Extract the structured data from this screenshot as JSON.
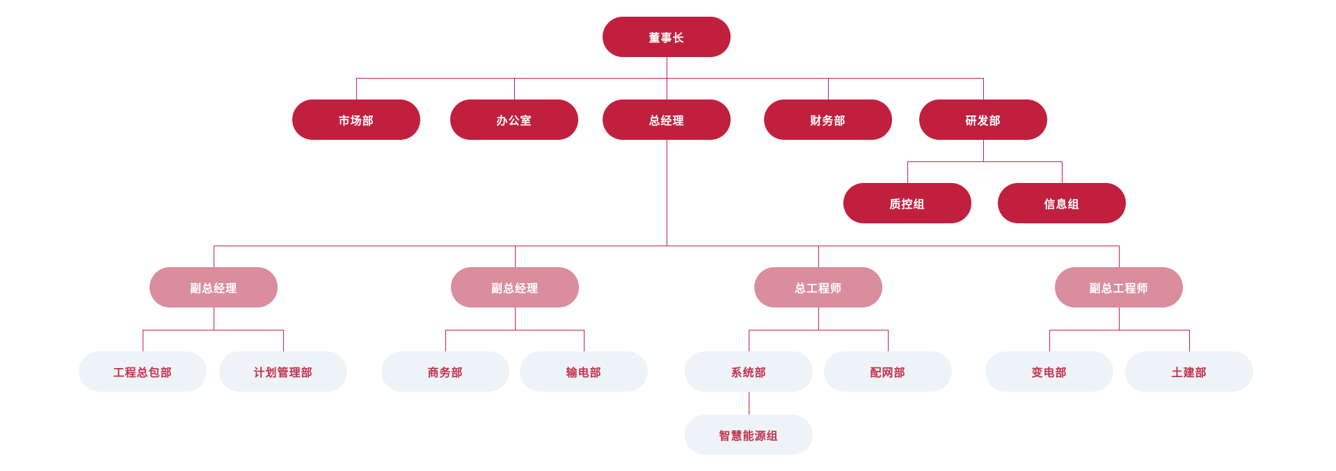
{
  "page": {
    "background": "#ffffff"
  },
  "theme": {
    "primary_color": "#c0203e",
    "secondary_color": "#d98d9d",
    "leaf_bg": "#eef3f8",
    "leaf_text": "#c2314c",
    "node_text_color": "#ffffff",
    "line_color": "#c0203e"
  },
  "org_chart": {
    "type": "org-tree",
    "title": "",
    "nodes": [
      {
        "id": "chairman",
        "label": "董事长",
        "variant": "primary",
        "parent": null
      },
      {
        "id": "marketing",
        "label": "市场部",
        "variant": "primary",
        "parent": "chairman"
      },
      {
        "id": "office",
        "label": "办公室",
        "variant": "primary",
        "parent": "chairman"
      },
      {
        "id": "general-manager",
        "label": "总经理",
        "variant": "primary",
        "parent": "chairman"
      },
      {
        "id": "finance",
        "label": "财务部",
        "variant": "primary",
        "parent": "chairman"
      },
      {
        "id": "rnd",
        "label": "研发部",
        "variant": "primary",
        "parent": "chairman"
      },
      {
        "id": "quality-control",
        "label": "质控组",
        "variant": "primary",
        "parent": "rnd"
      },
      {
        "id": "information",
        "label": "信息组",
        "variant": "primary",
        "parent": "rnd"
      },
      {
        "id": "deputy-gm-1",
        "label": "副总经理",
        "variant": "secondary",
        "parent": "general-manager"
      },
      {
        "id": "deputy-gm-2",
        "label": "副总经理",
        "variant": "secondary",
        "parent": "general-manager"
      },
      {
        "id": "chief-engineer",
        "label": "总工程师",
        "variant": "secondary",
        "parent": "general-manager"
      },
      {
        "id": "deputy-chief-eng",
        "label": "副总工程师",
        "variant": "secondary",
        "parent": "general-manager"
      },
      {
        "id": "epc-dept",
        "label": "工程总包部",
        "variant": "leaf",
        "parent": "deputy-gm-1"
      },
      {
        "id": "planning-dept",
        "label": "计划管理部",
        "variant": "leaf",
        "parent": "deputy-gm-1"
      },
      {
        "id": "commerce-dept",
        "label": "商务部",
        "variant": "leaf",
        "parent": "deputy-gm-2"
      },
      {
        "id": "transmission-dept",
        "label": "输电部",
        "variant": "leaf",
        "parent": "deputy-gm-2"
      },
      {
        "id": "system-dept",
        "label": "系统部",
        "variant": "leaf",
        "parent": "chief-engineer"
      },
      {
        "id": "distribution-dept",
        "label": "配网部",
        "variant": "leaf",
        "parent": "chief-engineer"
      },
      {
        "id": "substation-dept",
        "label": "变电部",
        "variant": "leaf",
        "parent": "deputy-chief-eng"
      },
      {
        "id": "civil-dept",
        "label": "土建部",
        "variant": "leaf",
        "parent": "deputy-chief-eng"
      },
      {
        "id": "smart-energy",
        "label": "智慧能源组",
        "variant": "leaf",
        "parent": "system-dept"
      }
    ]
  }
}
